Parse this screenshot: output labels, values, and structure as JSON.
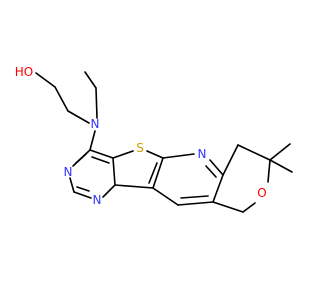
{
  "molecule": {
    "colors": {
      "bond": "#000000",
      "nitrogen": "#3333ff",
      "oxygen": "#ff0000",
      "sulfur": "#c8a000",
      "background": "#ffffff"
    },
    "atoms": [
      {
        "id": "oh",
        "text": "HO",
        "element": "O"
      },
      {
        "id": "n_amine",
        "text": "N",
        "element": "N"
      },
      {
        "id": "s1",
        "text": "S",
        "element": "S"
      },
      {
        "id": "n_pyr",
        "text": "N",
        "element": "N"
      },
      {
        "id": "n_pm1",
        "text": "N",
        "element": "N"
      },
      {
        "id": "n_pm2",
        "text": "N",
        "element": "N"
      },
      {
        "id": "o_ring",
        "text": "O",
        "element": "O"
      }
    ]
  }
}
